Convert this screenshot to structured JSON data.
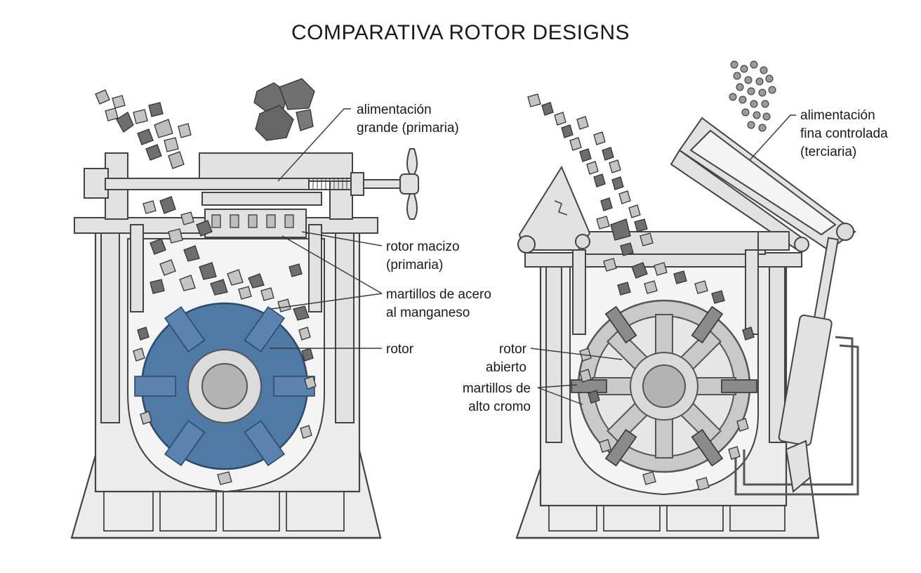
{
  "title": "COMPARATIVA ROTOR DESIGNS",
  "colors": {
    "frame": "#ececec",
    "solid_rotor": "#4f7aa6",
    "open_rotor": "#c9c9c9",
    "rock_dark": "#6e6e6e",
    "rock_light": "#c4c4c4"
  },
  "left": {
    "labels": {
      "feed": [
        "alimentación",
        "grande (primaria)"
      ],
      "rotor_type": [
        "rotor macizo",
        "(primaria)"
      ],
      "hammers": [
        "martillos de acero",
        "al manganeso"
      ],
      "rotor": [
        "rotor"
      ]
    }
  },
  "right": {
    "labels": {
      "feed": [
        "alimentación",
        "fina controlada",
        "(terciaria)"
      ],
      "rotor_type": [
        "rotor",
        "abierto"
      ],
      "hammers": [
        "martillos de",
        "alto cromo"
      ]
    }
  }
}
